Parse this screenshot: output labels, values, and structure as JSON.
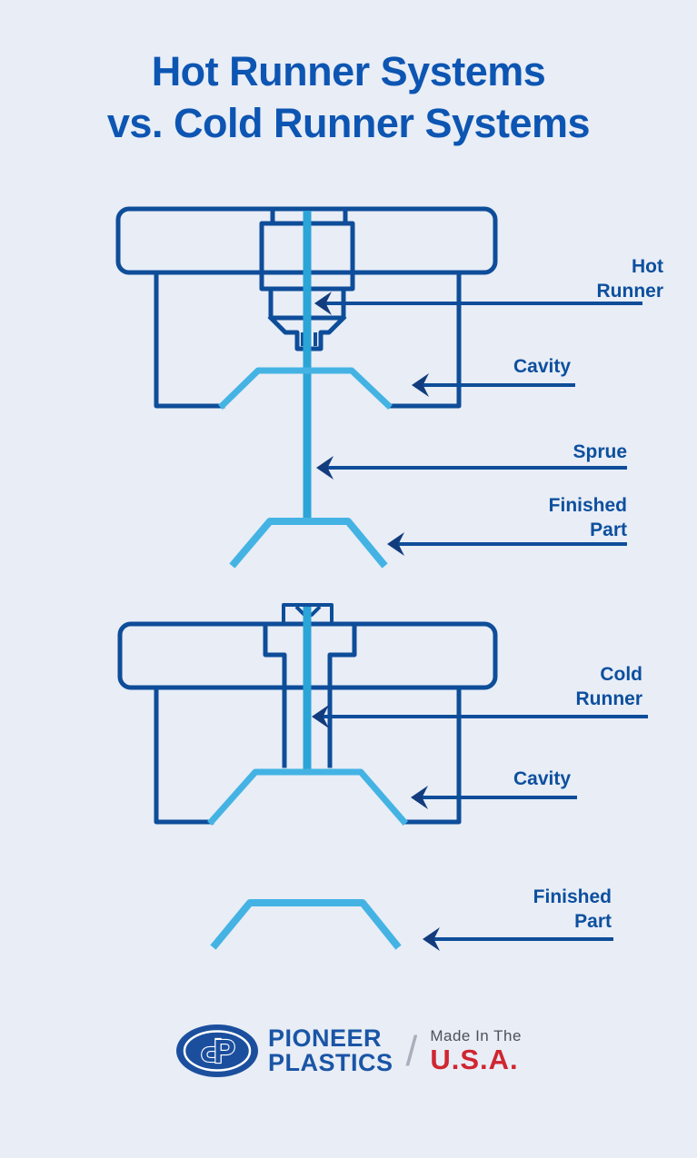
{
  "title": {
    "line1": "Hot Runner Systems",
    "line2": "vs. Cold Runner Systems"
  },
  "hot_diagram": {
    "label_hot_runner": {
      "line1": "Hot",
      "line2": "Runner"
    },
    "label_cavity": "Cavity",
    "label_sprue": "Sprue",
    "label_finished_part": {
      "line1": "Finished",
      "line2": "Part"
    }
  },
  "cold_diagram": {
    "label_cold_runner": {
      "line1": "Cold",
      "line2": "Runner"
    },
    "label_cavity": "Cavity",
    "label_finished_part": {
      "line1": "Finished",
      "line2": "Part"
    }
  },
  "footer": {
    "monogram_left": "P",
    "monogram_right": "P",
    "brand_line1": "PIONEER",
    "brand_line2": "PLASTICS",
    "divider": "/",
    "made_in": "Made In The",
    "country": "U.S.A."
  },
  "colors": {
    "background": "#e8edf6",
    "title_blue": "#0d55b2",
    "outline_navy": "#0e4d99",
    "arrow_navy": "#123c7d",
    "sprue_blue": "#2ba4d8",
    "part_blue": "#44b3e4",
    "label_blue": "#0d4f9e",
    "brand_blue": "#1a55a6",
    "logo_blue": "#1b4f9e",
    "usa_red": "#cf2630",
    "made_in_gray": "#4e5258"
  }
}
